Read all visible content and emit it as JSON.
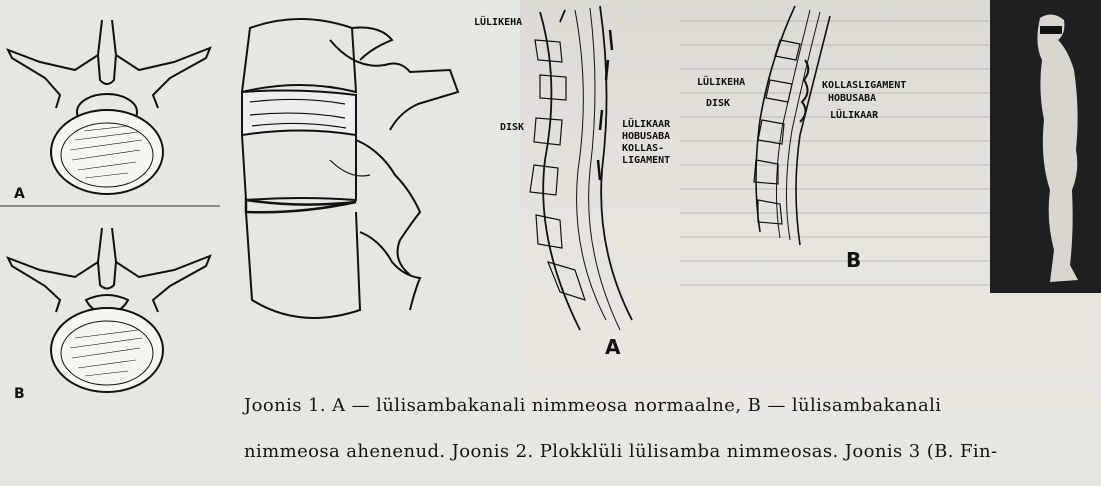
{
  "figure1": {
    "label_a": "A",
    "label_b": "B"
  },
  "figure_spine_a": {
    "labels": {
      "vertebral_body": "LÜLIKEHA",
      "arch": "LÜLIKAAR",
      "cauda": "HOBUSABA",
      "ligament_line1": "KOLLAS-",
      "ligament_line2": "LIGAMENT",
      "disc": "DISK"
    },
    "panel_label": "A"
  },
  "figure_spine_b": {
    "labels": {
      "vertebral_body": "LÜLIKEHA",
      "ligament": "KOLLASLIGAMENT",
      "cauda": "HOBUSABA",
      "disc": "DISK",
      "arch": "LÜLIKAAR"
    },
    "panel_label": "B"
  },
  "caption": {
    "line1": "Joonis 1. A — lülisambakanali nimmeosa normaalne, B — lülisambakanali",
    "line2": "nimmeosa ahenenud. Joonis 2. Plokklüli lülisamba nimmeosas. Joonis 3 (B. Fin-"
  },
  "colors": {
    "ink": "#151515",
    "paper": "#ffffff",
    "photo_bg": "#1f1f1f"
  }
}
